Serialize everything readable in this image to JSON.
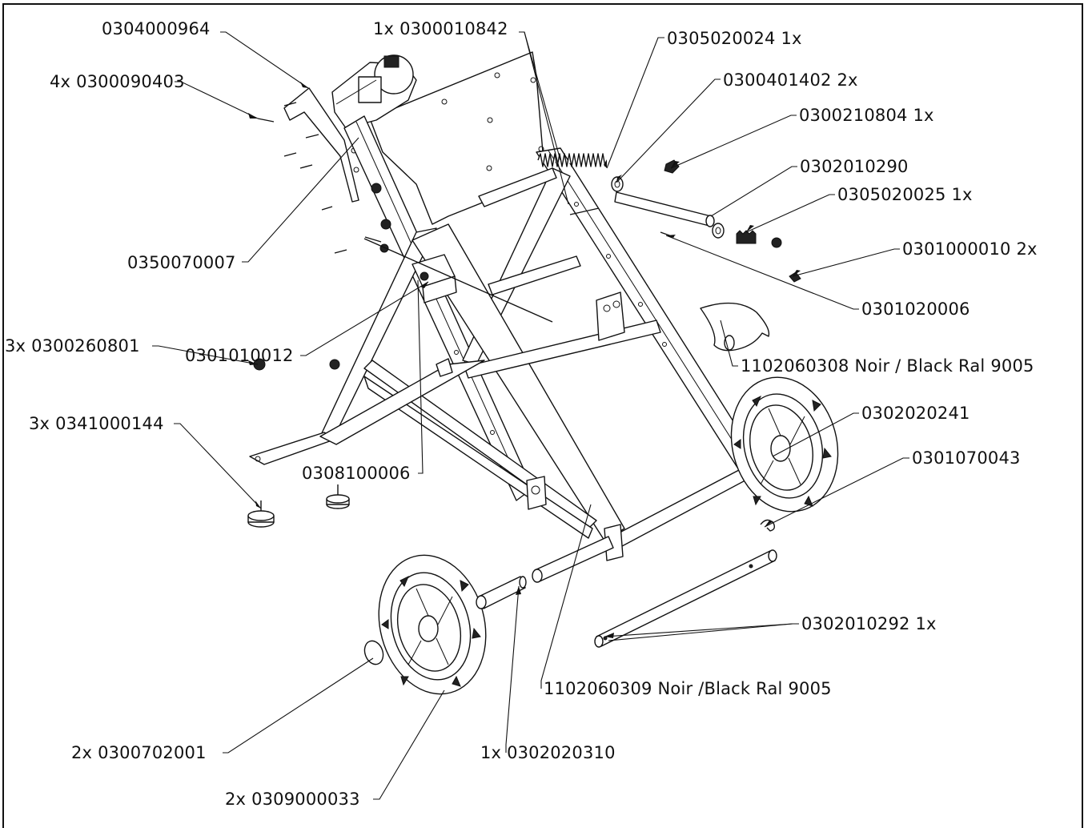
{
  "labels": {
    "l_0304000964": "0304000964",
    "l_4x_0300090403": "4x 0300090403",
    "l_0350070007": "0350070007",
    "l_1x_0300010842": "1x 0300010842",
    "l_0305020024": "0305020024  1x",
    "l_0300401402": "0300401402  2x",
    "l_0300210804": "0300210804  1x",
    "l_0302010290": "0302010290",
    "l_0305020025": "0305020025 1x",
    "l_0301000010": "0301000010  2x",
    "l_0301020006": "0301020006",
    "l_1102060308": "1102060308 Noir / Black Ral 9005",
    "l_3x_0300260801": "3x 0300260801",
    "l_0301010012": "0301010012",
    "l_0302020241": "0302020241",
    "l_3x_0341000144": "3x 0341000144",
    "l_0308100006": "0308100006",
    "l_0301070043": "0301070043",
    "l_0302010292": "0302010292  1x",
    "l_1102060309": "1102060309 Noir /Black Ral 9005",
    "l_2x_0300702001": "2x 0300702001",
    "l_1x_0302020310": "1x 0302020310",
    "l_2x_0309000033": "2x 0309000033"
  }
}
